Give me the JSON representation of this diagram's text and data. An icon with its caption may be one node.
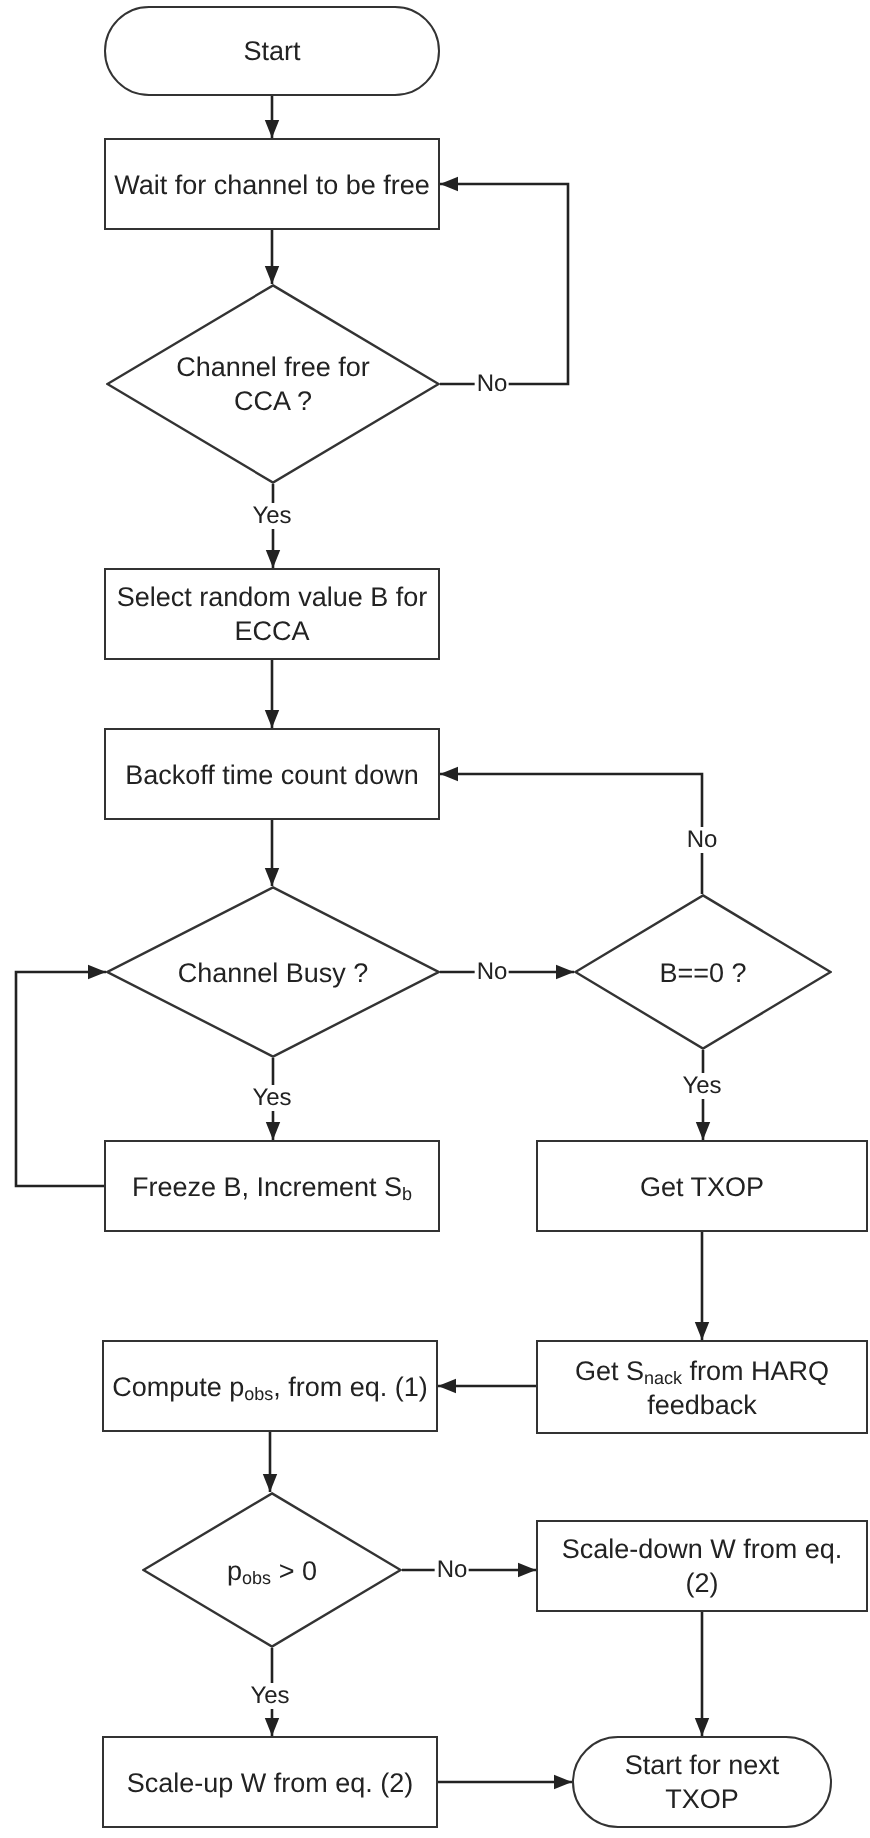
{
  "diagram": {
    "nodes": [
      {
        "text": [
          "Start"
        ]
      },
      {
        "text": [
          "Wait for channel to be free"
        ]
      },
      {
        "text": [
          "Channel free for CCA ?"
        ]
      },
      {
        "text": [
          "Select random value B for ECCA"
        ]
      },
      {
        "text": [
          "Backoff time count down"
        ]
      },
      {
        "text": [
          "Channel Busy ?"
        ]
      },
      {
        "text": [
          "B==0 ?"
        ]
      },
      {
        "text": [
          "Freeze B, Increment S$_{b}$"
        ]
      },
      {
        "text": [
          "Get TXOP"
        ]
      },
      {
        "text": [
          "Get S$_{nack}$ from HARQ feedback"
        ]
      },
      {
        "text": [
          "Compute p$_{obs}$, from eq. (1)"
        ]
      },
      {
        "text": [
          "p$_{obs}$ > 0"
        ]
      },
      {
        "text": [
          "Scale-down W from eq. (2)"
        ]
      },
      {
        "text": [
          "Scale-up W from eq. (2)"
        ]
      },
      {
        "text": [
          "Start for next TXOP"
        ]
      }
    ],
    "edges": [
      {
        "from": 0,
        "to": 1,
        "arrow": "to"
      },
      {
        "from": 1,
        "to": 2,
        "arrow": "to"
      },
      {
        "from": 2,
        "to": 1,
        "arrow": "to",
        "label": "No"
      },
      {
        "from": 2,
        "to": 3,
        "arrow": "to",
        "label": "Yes"
      },
      {
        "from": 3,
        "to": 4,
        "arrow": "to"
      },
      {
        "from": 4,
        "to": 5,
        "arrow": "to"
      },
      {
        "from": 5,
        "to": 6,
        "arrow": "to",
        "label": "No"
      },
      {
        "from": 6,
        "to": 4,
        "arrow": "to",
        "label": "No"
      },
      {
        "from": 5,
        "to": 7,
        "arrow": "to",
        "label": "Yes"
      },
      {
        "from": 7,
        "to": 5,
        "arrow": "to"
      },
      {
        "from": 6,
        "to": 8,
        "arrow": "to",
        "label": "Yes"
      },
      {
        "from": 8,
        "to": 9,
        "arrow": "to"
      },
      {
        "from": 9,
        "to": 10,
        "arrow": "to"
      },
      {
        "from": 10,
        "to": 11,
        "arrow": "to"
      },
      {
        "from": 11,
        "to": 12,
        "arrow": "to",
        "label": "No"
      },
      {
        "from": 11,
        "to": 13,
        "arrow": "to",
        "label": "Yes"
      },
      {
        "from": 12,
        "to": 14,
        "arrow": "to"
      },
      {
        "from": 13,
        "to": 14,
        "arrow": "to"
      }
    ]
  }
}
